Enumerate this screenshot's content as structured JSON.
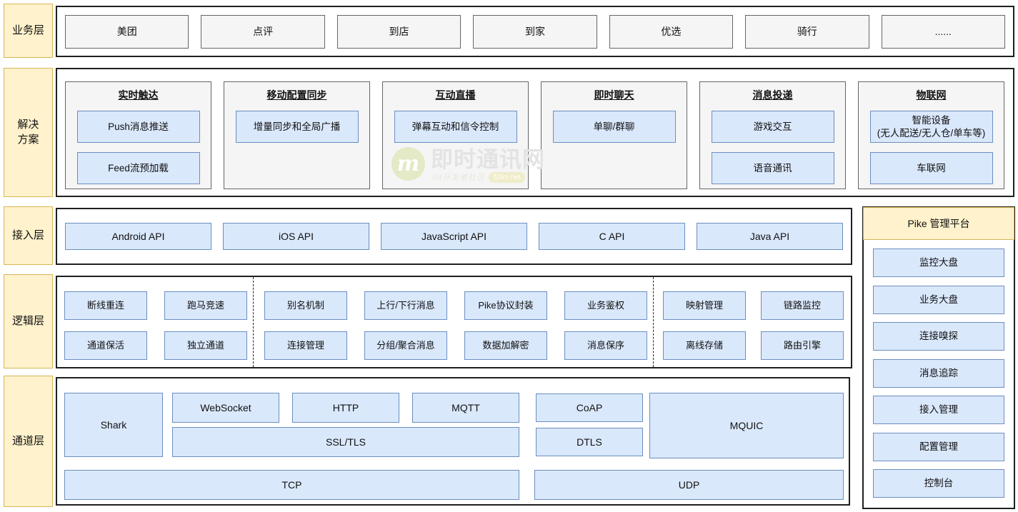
{
  "layers": {
    "business": {
      "label": "业务层",
      "items": [
        "美团",
        "点评",
        "到店",
        "到家",
        "优选",
        "骑行",
        "......"
      ]
    },
    "solutions": {
      "label": "解决\n方案",
      "cards": [
        {
          "title": "实时触达",
          "items": [
            "Push消息推送",
            "Feed流预加载"
          ]
        },
        {
          "title": "移动配置同步",
          "items": [
            "增量同步和全局广播"
          ]
        },
        {
          "title": "互动直播",
          "items": [
            "弹幕互动和信令控制"
          ]
        },
        {
          "title": "即时聊天",
          "items": [
            "单聊/群聊"
          ]
        },
        {
          "title": "消息投递",
          "items": [
            "游戏交互",
            "语音通讯"
          ]
        },
        {
          "title": "物联网",
          "items": [
            "智能设备\n(无人配送/无人仓/单车等)",
            "车联网"
          ]
        }
      ]
    },
    "access": {
      "label": "接入层",
      "items": [
        "Android API",
        "iOS API",
        "JavaScript API",
        "C API",
        "Java API"
      ]
    },
    "logic": {
      "label": "逻辑层",
      "row1": [
        "断线重连",
        "跑马竞速",
        "别名机制",
        "上行/下行消息",
        "Pike协议封装",
        "业务鉴权",
        "映射管理",
        "链路监控"
      ],
      "row2": [
        "通道保活",
        "独立通道",
        "连接管理",
        "分组/聚合消息",
        "数据加解密",
        "消息保序",
        "离线存储",
        "路由引擎"
      ]
    },
    "channel": {
      "label": "通道层",
      "shark": "Shark",
      "top": [
        "WebSocket",
        "HTTP",
        "MQTT"
      ],
      "ssl": "SSL/TLS",
      "tcp": "TCP",
      "coap": "CoAP",
      "dtls": "DTLS",
      "mquic": "MQUIC",
      "udp": "UDP"
    }
  },
  "pike_panel": {
    "title": "Pike 管理平台",
    "items": [
      "监控大盘",
      "业务大盘",
      "连接嗅探",
      "消息追踪",
      "接入管理",
      "配置管理",
      "控制台"
    ]
  },
  "watermark": {
    "logo": "m",
    "title": "即时通讯网",
    "subtitle": "IM开发者社区",
    "badge": "52im.net"
  },
  "colors": {
    "label_fill": "#FFF2CC",
    "label_border": "#D6B656",
    "node_fill": "#DAE8FC",
    "node_border": "#6C8EBF",
    "card_fill": "#F5F5F5",
    "card_border": "#666666",
    "frame_border": "#1F1F1F"
  }
}
